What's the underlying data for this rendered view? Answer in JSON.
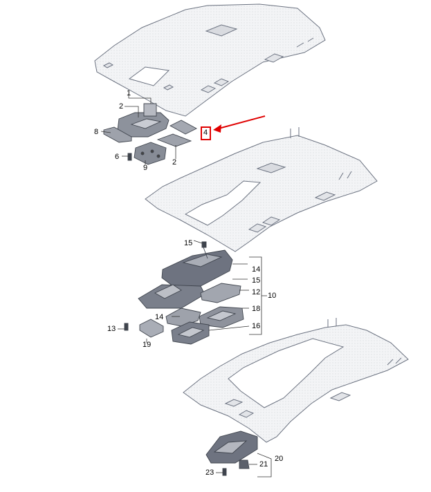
{
  "callouts": {
    "assembly1": {
      "c1": "1",
      "c2a": "2",
      "c8": "8",
      "c6": "6",
      "c9": "9",
      "c2b": "2",
      "c4": "4"
    },
    "assembly2": {
      "c15a": "15",
      "c14a": "14",
      "c15b": "15",
      "c12": "12",
      "c10": "10",
      "c18": "18",
      "c14b": "14",
      "c16": "16",
      "c13": "13",
      "c19": "19"
    },
    "assembly3": {
      "c20": "20",
      "c21": "21",
      "c23": "23"
    }
  },
  "highlight": {
    "callout": "4",
    "color": "#e00000"
  },
  "colors": {
    "panel_fill": "#f1f2f5",
    "panel_stroke": "#6b7280",
    "part_dark": "#6e7380",
    "part_mid": "#a9adb6"
  }
}
